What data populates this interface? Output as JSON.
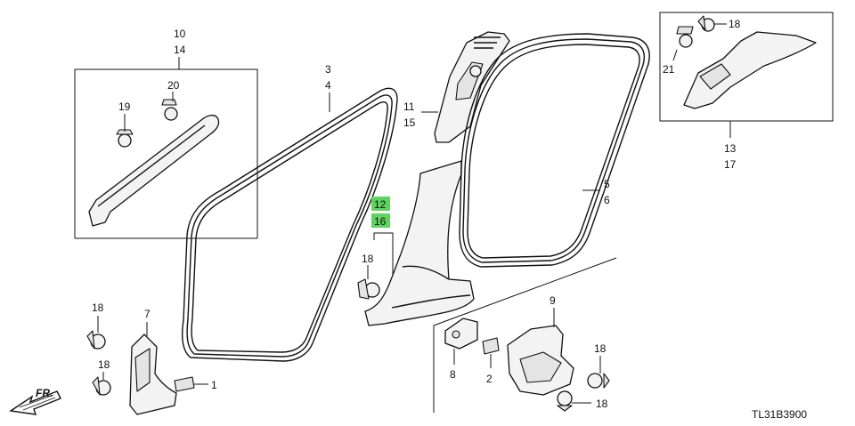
{
  "diagram": {
    "code": "TL31B3900",
    "direction_label": "FR.",
    "accent_highlight": "#5fd35f",
    "callouts": {
      "c10": "10",
      "c14": "14",
      "c20": "20",
      "c19": "19",
      "c3": "3",
      "c4": "4",
      "c11": "11",
      "c15": "15",
      "c12": "12",
      "c16": "16",
      "c18_mid": "18",
      "c5": "5",
      "c6": "6",
      "c18_tr": "18",
      "c21": "21",
      "c13": "13",
      "c17": "17",
      "c18_bl1": "18",
      "c18_bl2": "18",
      "c7": "7",
      "c1": "1",
      "c9": "9",
      "c8": "8",
      "c2": "2",
      "c18_br1": "18",
      "c18_br2": "18"
    }
  }
}
